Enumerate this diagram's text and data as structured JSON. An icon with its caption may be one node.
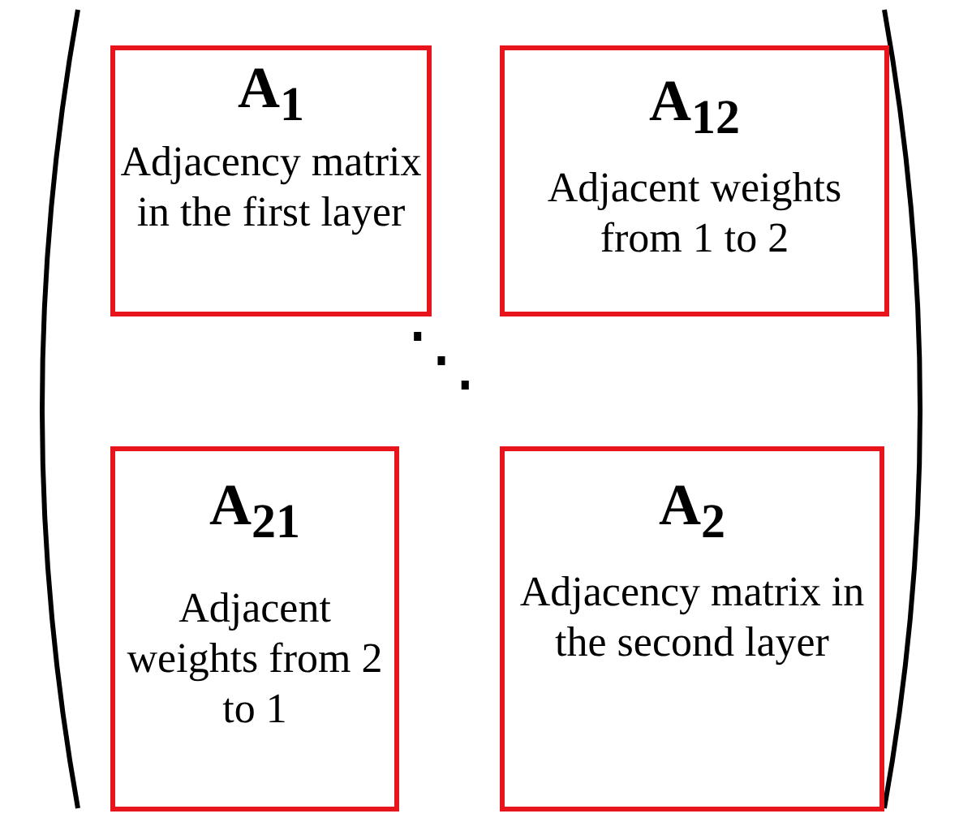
{
  "diagram": {
    "nodes": [
      {
        "text": [
          "A$_{1}$",
          "Adjacency matrix in the first layer"
        ]
      },
      {
        "text": [
          "A$_{12}$",
          "Adjacent weights from 1 to 2"
        ]
      },
      {
        "text": [
          "A$_{21}$",
          "Adjacent weights from 2 to 1"
        ]
      },
      {
        "text": [
          "A$_{2}$",
          "Adjacency matrix in the second layer"
        ]
      }
    ],
    "edges": [],
    "labels": [
      "⋱"
    ]
  }
}
